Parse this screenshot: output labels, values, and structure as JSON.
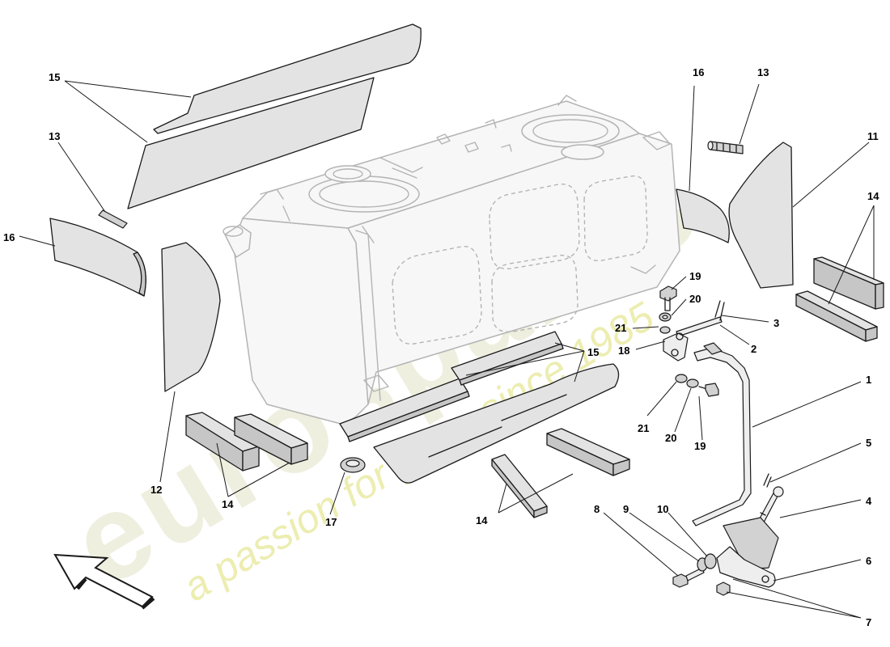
{
  "callouts": [
    {
      "id": "15a",
      "label": "15"
    },
    {
      "id": "13a",
      "label": "13"
    },
    {
      "id": "16a",
      "label": "16"
    },
    {
      "id": "12",
      "label": "12"
    },
    {
      "id": "14a",
      "label": "14"
    },
    {
      "id": "17",
      "label": "17"
    },
    {
      "id": "14b",
      "label": "14"
    },
    {
      "id": "15b",
      "label": "15"
    },
    {
      "id": "16b",
      "label": "16"
    },
    {
      "id": "13b",
      "label": "13"
    },
    {
      "id": "11",
      "label": "11"
    },
    {
      "id": "14c",
      "label": "14"
    },
    {
      "id": "19a",
      "label": "19"
    },
    {
      "id": "20a",
      "label": "20"
    },
    {
      "id": "21a",
      "label": "21"
    },
    {
      "id": "3",
      "label": "3"
    },
    {
      "id": "2",
      "label": "2"
    },
    {
      "id": "18",
      "label": "18"
    },
    {
      "id": "1",
      "label": "1"
    },
    {
      "id": "21b",
      "label": "21"
    },
    {
      "id": "20b",
      "label": "20"
    },
    {
      "id": "19b",
      "label": "19"
    },
    {
      "id": "5",
      "label": "5"
    },
    {
      "id": "4",
      "label": "4"
    },
    {
      "id": "8",
      "label": "8"
    },
    {
      "id": "9",
      "label": "9"
    },
    {
      "id": "10",
      "label": "10"
    },
    {
      "id": "6",
      "label": "6"
    },
    {
      "id": "7",
      "label": "7"
    }
  ],
  "watermark": {
    "brand": "eurospares",
    "tagline": "a passion for parts since 1985"
  },
  "colors": {
    "line": "#1a1a1a",
    "tank_line": "#b4b4b4",
    "panel_fill": "#e3e3e3",
    "watermark_gray": "#efefe0",
    "watermark_yellow": "#ecedb0"
  }
}
